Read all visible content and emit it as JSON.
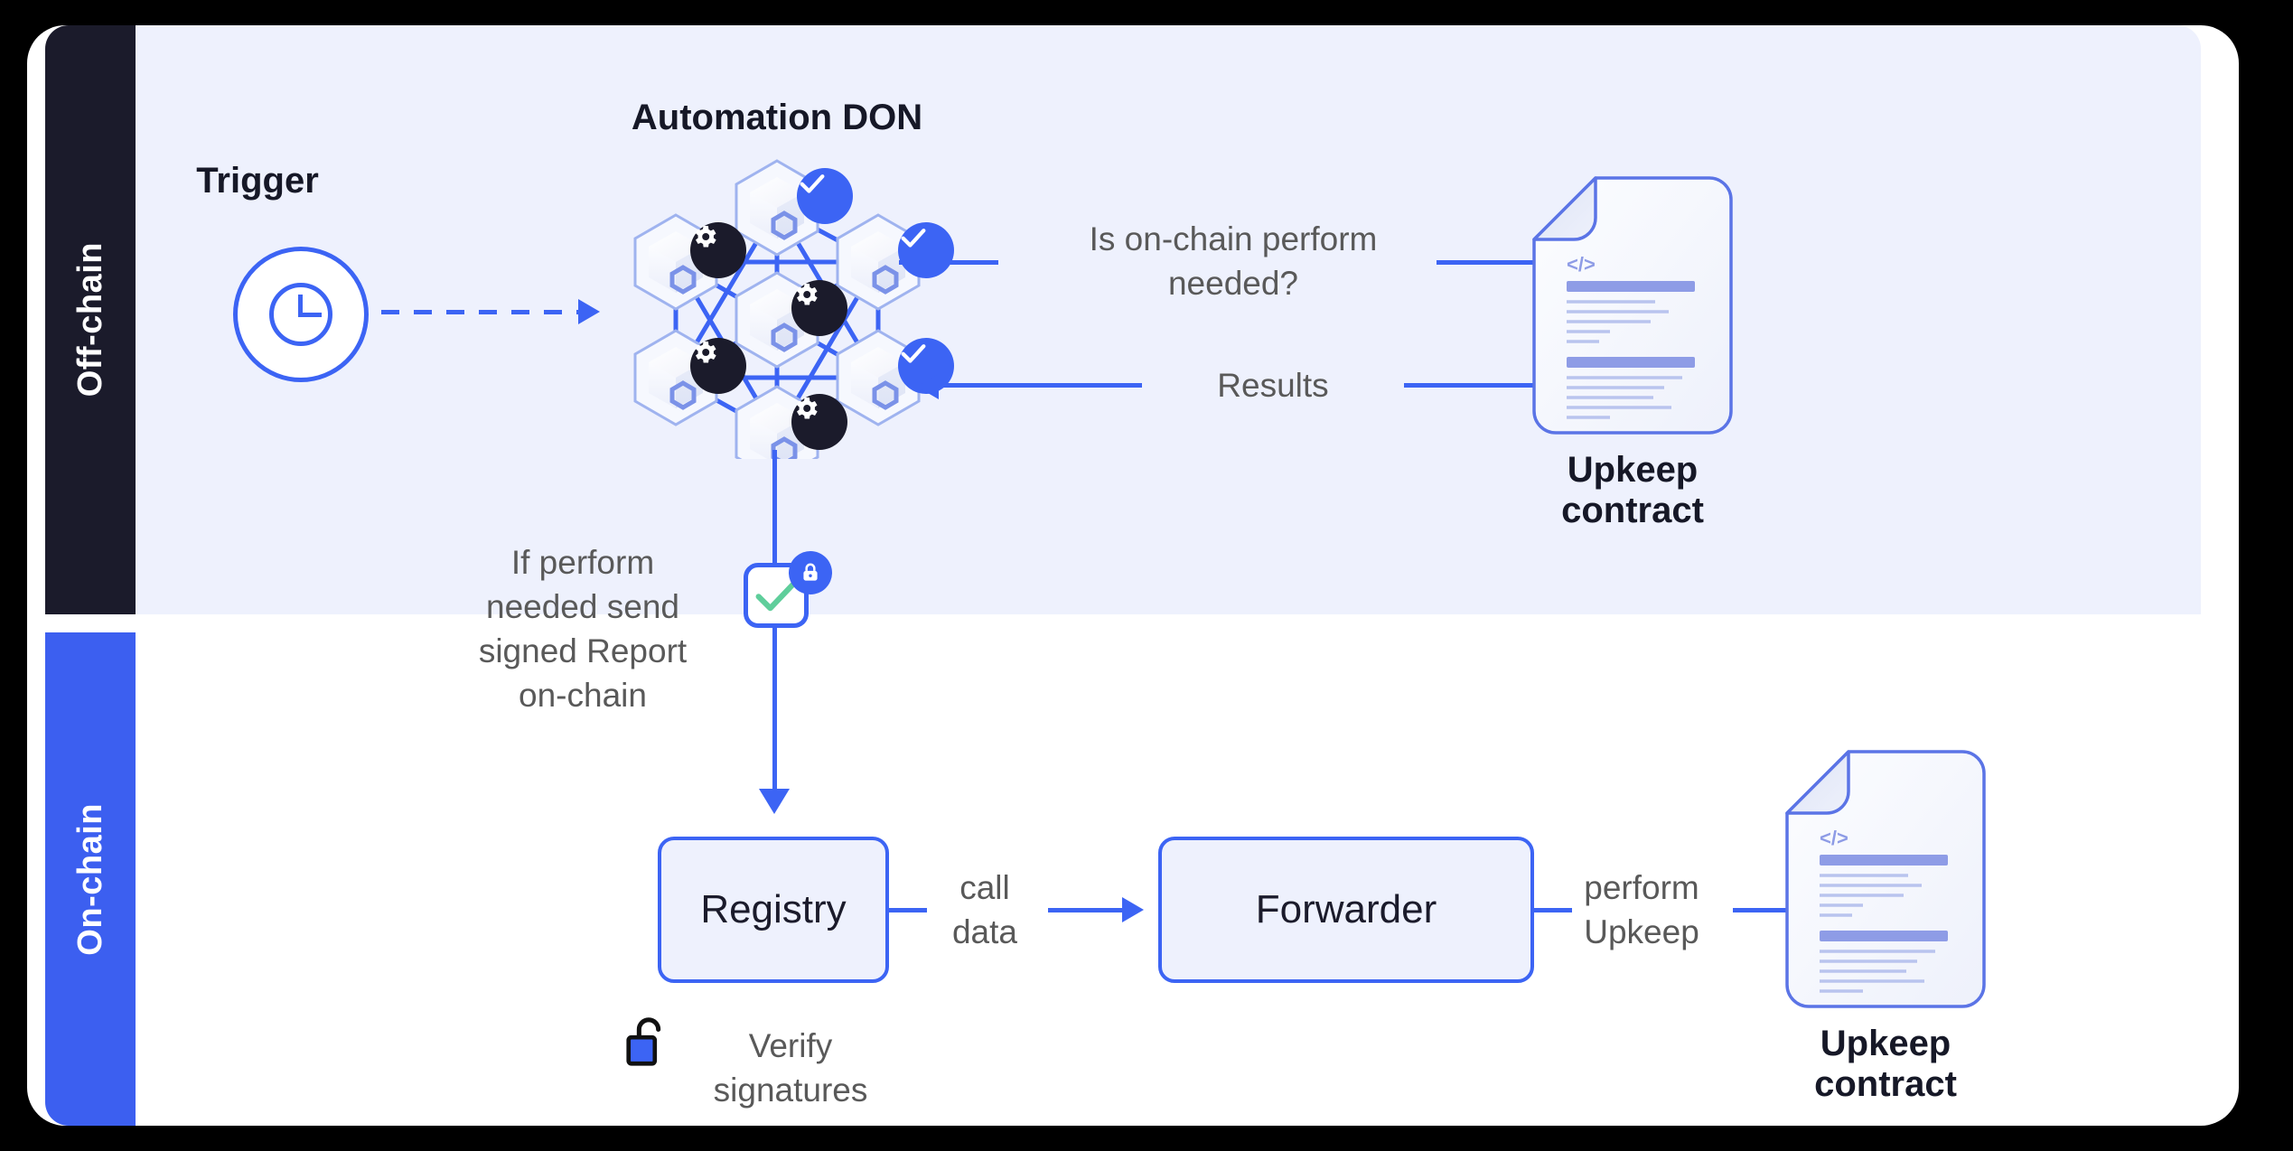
{
  "theme": {
    "blue": "#3c64f4",
    "rail_on_blue": "#3c5ff0",
    "dark": "#1b1b2b",
    "offchain_bg": "#eef1fd",
    "text_gray": "#595959",
    "check_green": "#5fce9b",
    "doc_line": "#8e9ce6"
  },
  "rails": {
    "offchain_label": "Off-chain",
    "onchain_label": "On-chain"
  },
  "offchain": {
    "trigger_label": "Trigger",
    "trigger_icon": "clock-icon",
    "don_title": "Automation DON",
    "don": {
      "node_count": 7,
      "check_badges": 3,
      "gear_badges": 4,
      "node_icon": "hexagon-cube-node-icon"
    },
    "edge_question": "Is on-chain perform\nneeded?",
    "edge_results": "Results",
    "upkeep_contract_label": "Upkeep contract",
    "doc_icon": "code-document-icon",
    "doc_code_glyph": "</>",
    "signed_report_note": "If perform\nneeded send\nsigned Report\non-chain",
    "signed_report_icon": "signed-report-check-icon",
    "signed_report_badge_icon": "lock-closed-icon"
  },
  "onchain": {
    "registry_label": "Registry",
    "forwarder_label": "Forwarder",
    "call_data_label": "call\ndata",
    "perform_upkeep_label": "perform\nUpkeep",
    "verify_signatures_label": "Verify\nsignatures",
    "verify_icon": "lock-open-icon",
    "upkeep_contract_label": "Upkeep contract",
    "doc_icon": "code-document-icon",
    "doc_code_glyph": "</>"
  }
}
